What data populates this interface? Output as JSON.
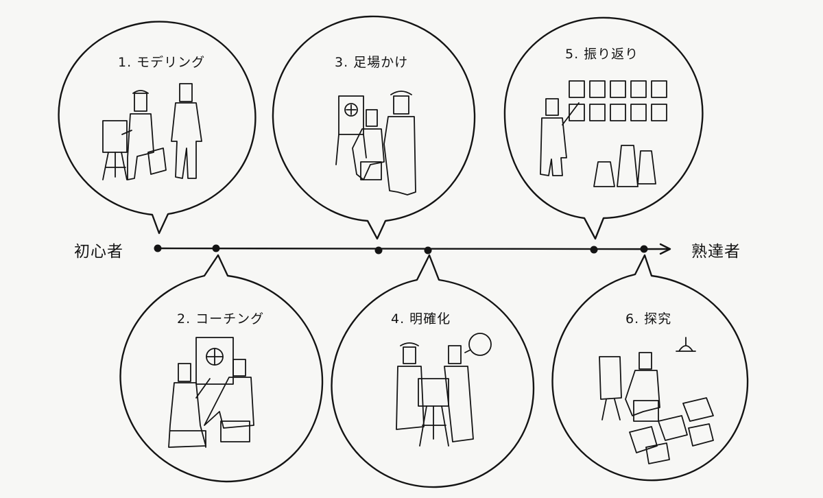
{
  "timeline": {
    "start_label": "初心者",
    "end_label": "熟達者"
  },
  "stages": [
    {
      "label": "1. モデリング"
    },
    {
      "label": "2. コーチング"
    },
    {
      "label": "3. 足場かけ"
    },
    {
      "label": "4. 明確化"
    },
    {
      "label": "5. 振り返り"
    },
    {
      "label": "6. 探究"
    }
  ]
}
